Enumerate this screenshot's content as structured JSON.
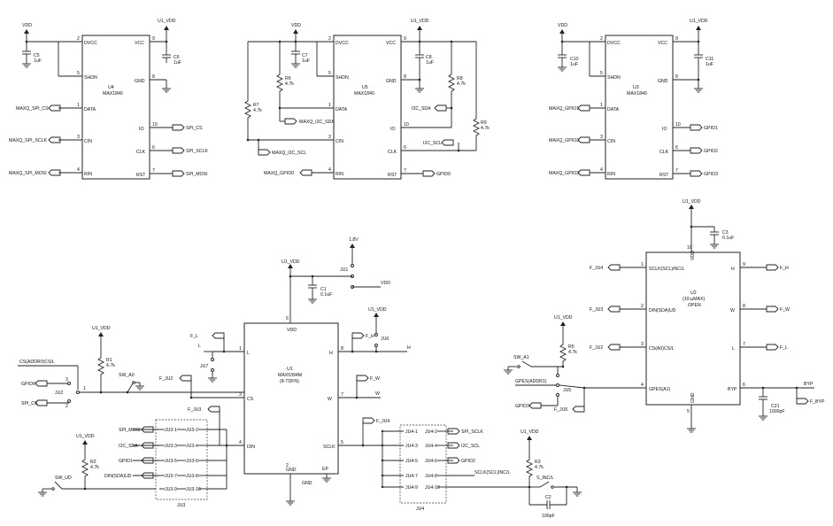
{
  "u4": {
    "ref": "U4",
    "part": "MAX1840",
    "pins": {
      "dvcc": {
        "num": "2",
        "name": "DVCC"
      },
      "shdn": {
        "num": "5",
        "name": "SHDN"
      },
      "data": {
        "num": "1",
        "name": "DATA"
      },
      "cin": {
        "num": "3",
        "name": "CIN"
      },
      "rin": {
        "num": "4",
        "name": "RIN"
      },
      "vcc": {
        "num": "9",
        "name": "VCC"
      },
      "gnd": {
        "num": "8",
        "name": "GND"
      },
      "io": {
        "num": "10",
        "name": "IO"
      },
      "clk": {
        "num": "6",
        "name": "CLK"
      },
      "rst": {
        "num": "7",
        "name": "RST"
      }
    },
    "nets": {
      "data": "MAXQ_SPI_CS",
      "cin": "MAXQ_SPI_SCLK",
      "rin": "MAXQ_SPI_MOSI",
      "io": "SPI_CS",
      "clk": "SPI_SCLK",
      "rst": "SPI_MOSI",
      "vdd": "VDD",
      "vcc": "U1_VDD"
    },
    "c_left": {
      "ref": "C5",
      "val": "1uF"
    },
    "c_right": {
      "ref": "C6",
      "val": "1uF"
    }
  },
  "u5": {
    "ref": "U5",
    "part": "MAX1840",
    "pins": {
      "dvcc": {
        "num": "2",
        "name": "DVCC"
      },
      "shdn": {
        "num": "5",
        "name": "SHDN"
      },
      "data": {
        "num": "1",
        "name": "DATA"
      },
      "cin": {
        "num": "3",
        "name": "CIN"
      },
      "rin": {
        "num": "4",
        "name": "RIN"
      },
      "vcc": {
        "num": "9",
        "name": "VCC"
      },
      "gnd": {
        "num": "8",
        "name": "GND"
      },
      "io": {
        "num": "10",
        "name": "IO"
      },
      "clk": {
        "num": "6",
        "name": "CLK"
      },
      "rst": {
        "num": "7",
        "name": "RST"
      }
    },
    "nets": {
      "data": "MAXQ_I2C_SDA",
      "cin": "MAXQ_I2C_SCL",
      "rin": "MAXQ_GPIO0",
      "io": "I2C_SDA",
      "clk": "I2C_SCL",
      "rst": "GPIO0",
      "vdd": "VDD",
      "vcc": "U1_VDD"
    },
    "r6": {
      "ref": "R6",
      "val": "4.7k"
    },
    "r7": {
      "ref": "R7",
      "val": "4.7k"
    },
    "r8": {
      "ref": "R8",
      "val": "4.7k"
    },
    "r9": {
      "ref": "R9",
      "val": "4.7k"
    },
    "c7": {
      "ref": "C7",
      "val": "1uF"
    },
    "c8": {
      "ref": "C8",
      "val": "1uF"
    }
  },
  "u3": {
    "ref": "U3",
    "part": "MAX1840",
    "pins": {
      "dvcc": {
        "num": "2",
        "name": "DVCC"
      },
      "shdn": {
        "num": "5",
        "name": "SHDN"
      },
      "data": {
        "num": "1",
        "name": "DATA"
      },
      "cin": {
        "num": "3",
        "name": "CIN"
      },
      "rin": {
        "num": "4",
        "name": "RIN"
      },
      "vcc": {
        "num": "9",
        "name": "VCC"
      },
      "gnd": {
        "num": "8",
        "name": "GND"
      },
      "io": {
        "num": "10",
        "name": "IO"
      },
      "clk": {
        "num": "6",
        "name": "CLK"
      },
      "rst": {
        "num": "7",
        "name": "RST"
      }
    },
    "nets": {
      "data": "MAXQ_GPIO1",
      "cin": "MAXQ_GPIO2",
      "rin": "MAXQ_GPIO3",
      "io": "GPIO1",
      "clk": "GPIO2",
      "rst": "GPIO3",
      "vdd": "VDD",
      "vcc": "U1_VDD"
    },
    "c_left": {
      "ref": "C10",
      "val": "1uF"
    },
    "c_right": {
      "ref": "C11",
      "val": "1uF"
    }
  },
  "u1": {
    "ref": "U1",
    "part": "MAX5394M",
    "pkg": "(8-TDFN)",
    "pins": {
      "vdd": {
        "num": "6",
        "name": "VDD"
      },
      "l": {
        "num": "1",
        "name": "L"
      },
      "cs": {
        "num": "3",
        "name": "CS"
      },
      "din": {
        "num": "4",
        "name": "DIN"
      },
      "h": {
        "num": "8",
        "name": "H"
      },
      "w": {
        "num": "7",
        "name": "W"
      },
      "sclk": {
        "num": "5",
        "name": "SCLK"
      },
      "gnd": {
        "num": "2",
        "name": "GND"
      },
      "ep": {
        "name": "EP"
      }
    },
    "nets": {
      "u1vdd": "U1_VDD",
      "v18": "1.8V",
      "vdd": "VDD",
      "jumper": "JU1",
      "c1": {
        "ref": "C1",
        "val": "0.1uF"
      },
      "fl": "F_L",
      "l": "L",
      "ju7": "JU7",
      "fh": "F_H",
      "h": "H",
      "ju6": "JU6",
      "fw": "F_W",
      "w": "W",
      "fju2": "F_JU2",
      "fju3": "F_JU3",
      "fju4": "F_JU4",
      "gnd": "GND"
    }
  },
  "left_cs": {
    "net_cs": "CS(ADDR0)CS/L",
    "gpio0": "GPIO0",
    "spi_cs": "SPI_CS",
    "ju2": "JU2",
    "sw": "SW_A0",
    "r1": {
      "ref": "R1",
      "val": "4.7k"
    },
    "u1vdd": "U1_VDD",
    "pins": [
      "3",
      "2",
      "1"
    ]
  },
  "ju3": {
    "ref": "JU3",
    "rows": [
      {
        "net": "SPI_MOSI",
        "a": "JU3-1",
        "b": "JU3-2"
      },
      {
        "net": "I2C_SDA",
        "a": "JU3-3",
        "b": "JU3-4"
      },
      {
        "net": "GPIO1",
        "a": "JU3-5",
        "b": "JU3-6"
      },
      {
        "net": "DIN(SDA)UD",
        "a": "JU3-7",
        "b": "JU3-8"
      },
      {
        "net": "",
        "a": "JU3-9",
        "b": "JU3-10"
      }
    ],
    "r2": {
      "ref": "R2",
      "val": "4.7k"
    },
    "sw": "SW_UD",
    "u1vdd": "U1_VDD"
  },
  "ju4": {
    "ref": "JU4",
    "rows": [
      {
        "net": "SPI_SCLK",
        "a": "JU4-1",
        "b": "JU4-2"
      },
      {
        "net": "I2C_SCL",
        "a": "JU4-3",
        "b": "JU4-4"
      },
      {
        "net": "GPIO2",
        "a": "JU4-5",
        "b": "JU4-6"
      },
      {
        "net": "SCLK(SCL)INC/L",
        "a": "JU4-7",
        "b": "JU4-8"
      },
      {
        "net": "",
        "a": "JU4-9",
        "b": "JU4-10"
      }
    ],
    "r3": {
      "ref": "R3",
      "val": "4.7k"
    },
    "sw": "S_INC/L",
    "c2": {
      "ref": "C2",
      "val": "100pF"
    },
    "u1vdd": "U1_VDD"
  },
  "u2": {
    "ref": "U2",
    "part": "(10-µMAX)",
    "note": "OPEN",
    "pins": {
      "sclk": {
        "num": "1",
        "name": "SCLK(SCL)INC/L"
      },
      "din": {
        "num": "2",
        "name": "DIN(SDA)UD"
      },
      "cs": {
        "num": "3",
        "name": "CS(A0)CS/L"
      },
      "gpes": {
        "num": "4",
        "name": "GPES(A1)"
      },
      "vdd": {
        "num": "10",
        "name": "VDD"
      },
      "h": {
        "num": "9",
        "name": "H"
      },
      "w": {
        "num": "8",
        "name": "W"
      },
      "l": {
        "num": "7",
        "name": "L"
      },
      "byp": {
        "num": "6",
        "name": "BYP"
      },
      "gnd": {
        "num": "5",
        "name": "GND"
      }
    },
    "nets": {
      "fju4": "F_JU4",
      "fju3": "F_JU3",
      "fju2": "F_JU2",
      "fju5": "F_JU5",
      "fh": "F_H",
      "fw": "F_W",
      "fl": "F_L",
      "fbyp": "F_BYP",
      "byp": "BYP",
      "u1vdd": "U1_VDD",
      "gpes": "GPES(ADDR1)",
      "gpio3": "GPIO3",
      "ju5": "JU5",
      "sw": "SW_A1",
      "r5": {
        "ref": "R5",
        "val": "4.7k"
      },
      "c3": {
        "ref": "C3",
        "val": "0.1uF"
      },
      "c21": {
        "ref": "C21",
        "val": "1000pF"
      }
    }
  }
}
